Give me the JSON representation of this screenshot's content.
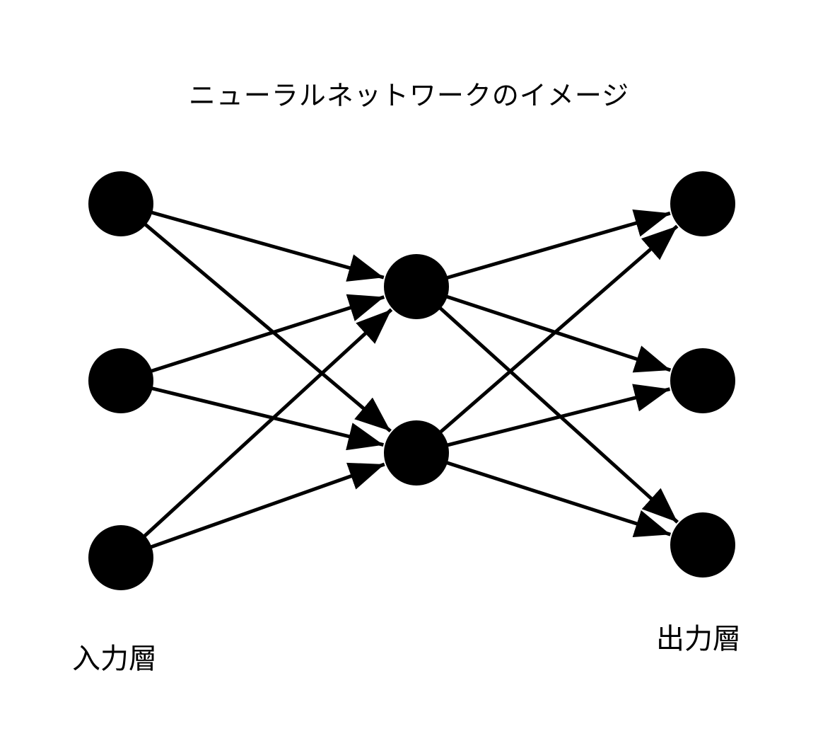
{
  "title": "ニューラルネットワークのイメージ",
  "labels": {
    "input_layer": "入力層",
    "output_layer": "出力層"
  },
  "colors": {
    "node": "#000000",
    "edge": "#000000",
    "background": "#ffffff"
  },
  "nodes": [
    {
      "id": "in1",
      "layer": "input"
    },
    {
      "id": "in2",
      "layer": "input"
    },
    {
      "id": "in3",
      "layer": "input"
    },
    {
      "id": "h1",
      "layer": "hidden"
    },
    {
      "id": "h2",
      "layer": "hidden"
    },
    {
      "id": "out1",
      "layer": "output"
    },
    {
      "id": "out2",
      "layer": "output"
    },
    {
      "id": "out3",
      "layer": "output"
    }
  ],
  "edges": [
    {
      "from": "in1",
      "to": "h1"
    },
    {
      "from": "in1",
      "to": "h2"
    },
    {
      "from": "in2",
      "to": "h1"
    },
    {
      "from": "in2",
      "to": "h2"
    },
    {
      "from": "in3",
      "to": "h1"
    },
    {
      "from": "in3",
      "to": "h2"
    },
    {
      "from": "h1",
      "to": "out1"
    },
    {
      "from": "h1",
      "to": "out2"
    },
    {
      "from": "h1",
      "to": "out3"
    },
    {
      "from": "h2",
      "to": "out1"
    },
    {
      "from": "h2",
      "to": "out2"
    },
    {
      "from": "h2",
      "to": "out3"
    }
  ]
}
